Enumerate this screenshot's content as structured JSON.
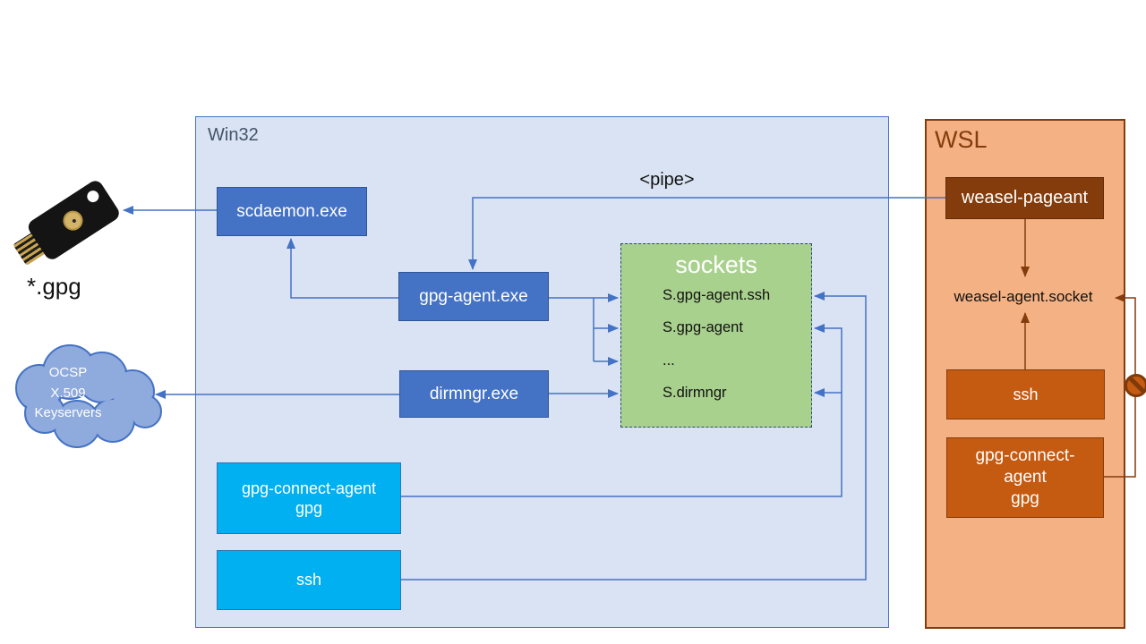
{
  "diagram": {
    "title_implicit": "gpg-agent / WSL socket forwarding diagram",
    "pipe_label": "<pipe>",
    "win32": {
      "label": "Win32",
      "nodes": {
        "scdaemon": {
          "label": "scdaemon.exe"
        },
        "gpg_agent": {
          "label": "gpg-agent.exe"
        },
        "dirmngr": {
          "label": "dirmngr.exe"
        },
        "gpg_connect": {
          "line1": "gpg-connect-agent",
          "line2": "gpg"
        },
        "ssh": {
          "label": "ssh"
        }
      },
      "sockets": {
        "title": "sockets",
        "items": [
          "S.gpg-agent.ssh",
          "S.gpg-agent",
          "...",
          "S.dirmngr"
        ]
      }
    },
    "wsl": {
      "label": "WSL",
      "nodes": {
        "weasel_pageant": {
          "label": "weasel-pageant"
        },
        "weasel_socket": {
          "label": "weasel-agent.socket"
        },
        "ssh": {
          "label": "ssh"
        },
        "gpg_connect": {
          "line1": "gpg-connect-",
          "line2": "agent",
          "line3": "gpg"
        }
      }
    },
    "left": {
      "gpg_files_label": "*.gpg",
      "cloud": {
        "line1": "OCSP",
        "line2": "X.509",
        "line3": "Keyservers"
      }
    },
    "colors": {
      "win32_fill": "#dae3f3",
      "win32_border": "#4472c4",
      "wsl_fill": "#f4b183",
      "wsl_border": "#843c0c",
      "node_blue": "#4472c4",
      "node_cyan": "#00b0f0",
      "node_orange": "#c55a11",
      "node_darkbrown": "#843c0c",
      "sockets_fill": "#a9d18e",
      "cloud_fill": "#8faadc",
      "wire_blue": "#4472c4",
      "wire_brown": "#843c0c"
    }
  }
}
